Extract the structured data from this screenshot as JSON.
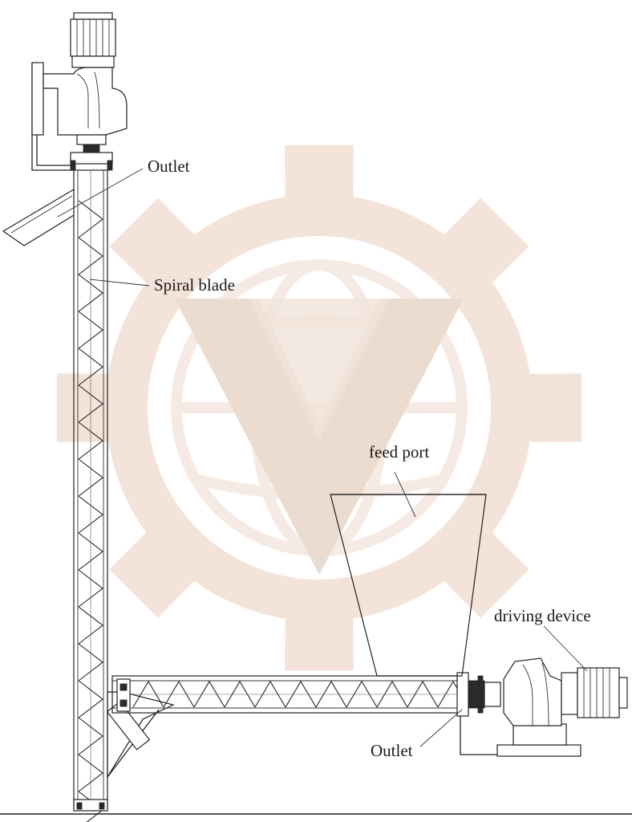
{
  "labels": {
    "outlet_top": "Outlet",
    "spiral_blade": "Spiral blade",
    "feed_port": "feed port",
    "driving_device": "driving device",
    "outlet_bottom": "Outlet"
  },
  "colors": {
    "watermark": "#f3e3d9",
    "line": "#222222",
    "background": "#ffffff"
  },
  "watermark": {
    "icon": "gear-globe-m-logo-icon"
  }
}
